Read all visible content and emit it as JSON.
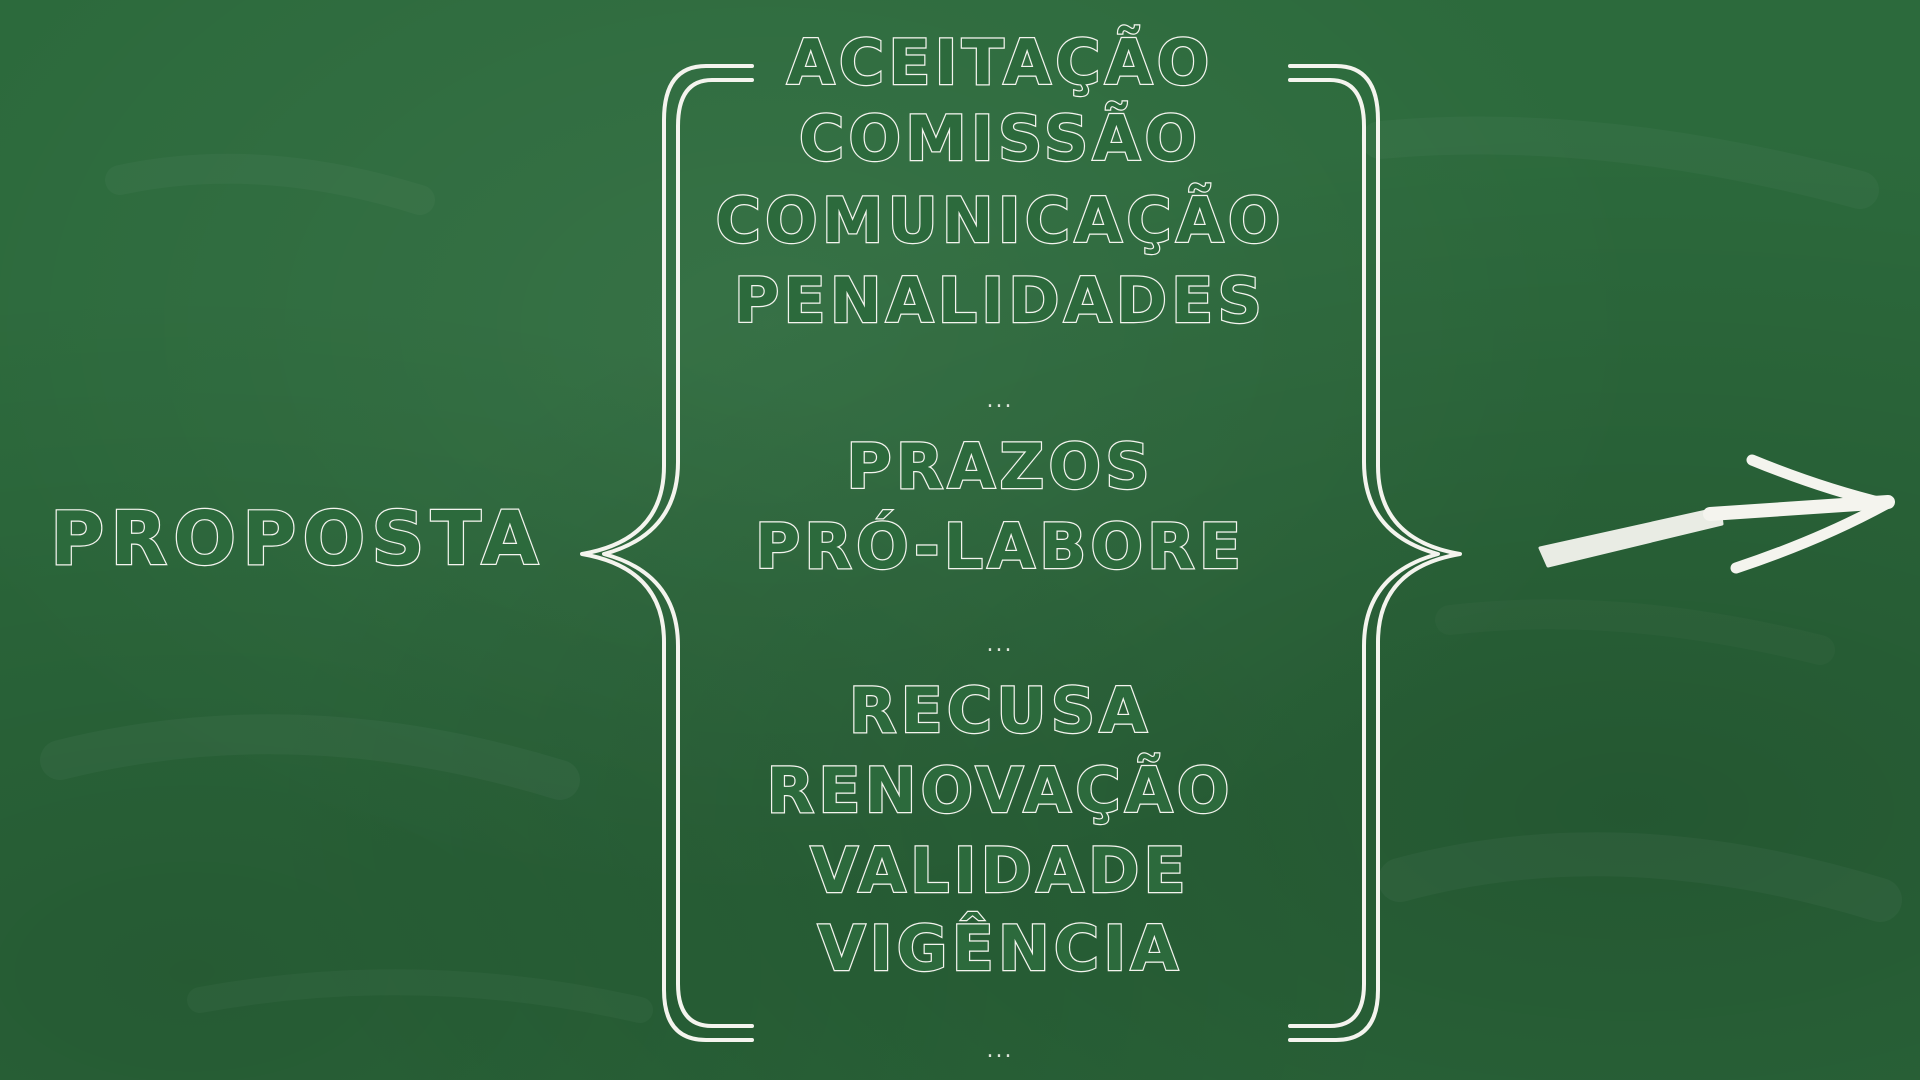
{
  "main_label": "PROPOSTA",
  "items": [
    "ACEITAÇÃO",
    "COMISSÃO",
    "COMUNICAÇÃO",
    "PENALIDADES",
    "PRAZOS",
    "PRÓ-LABORE",
    "RECUSA",
    "RENOVAÇÃO",
    "VALIDADE",
    "VIGÊNCIA"
  ],
  "ellipsis": "...",
  "colors": {
    "chalkboard": "#2c6a3c",
    "chalk": "#f4f4ee"
  },
  "icons": {
    "left_brace": "left-curly-brace-icon",
    "right_brace": "right-curly-brace-icon",
    "arrow": "right-arrow-icon"
  }
}
